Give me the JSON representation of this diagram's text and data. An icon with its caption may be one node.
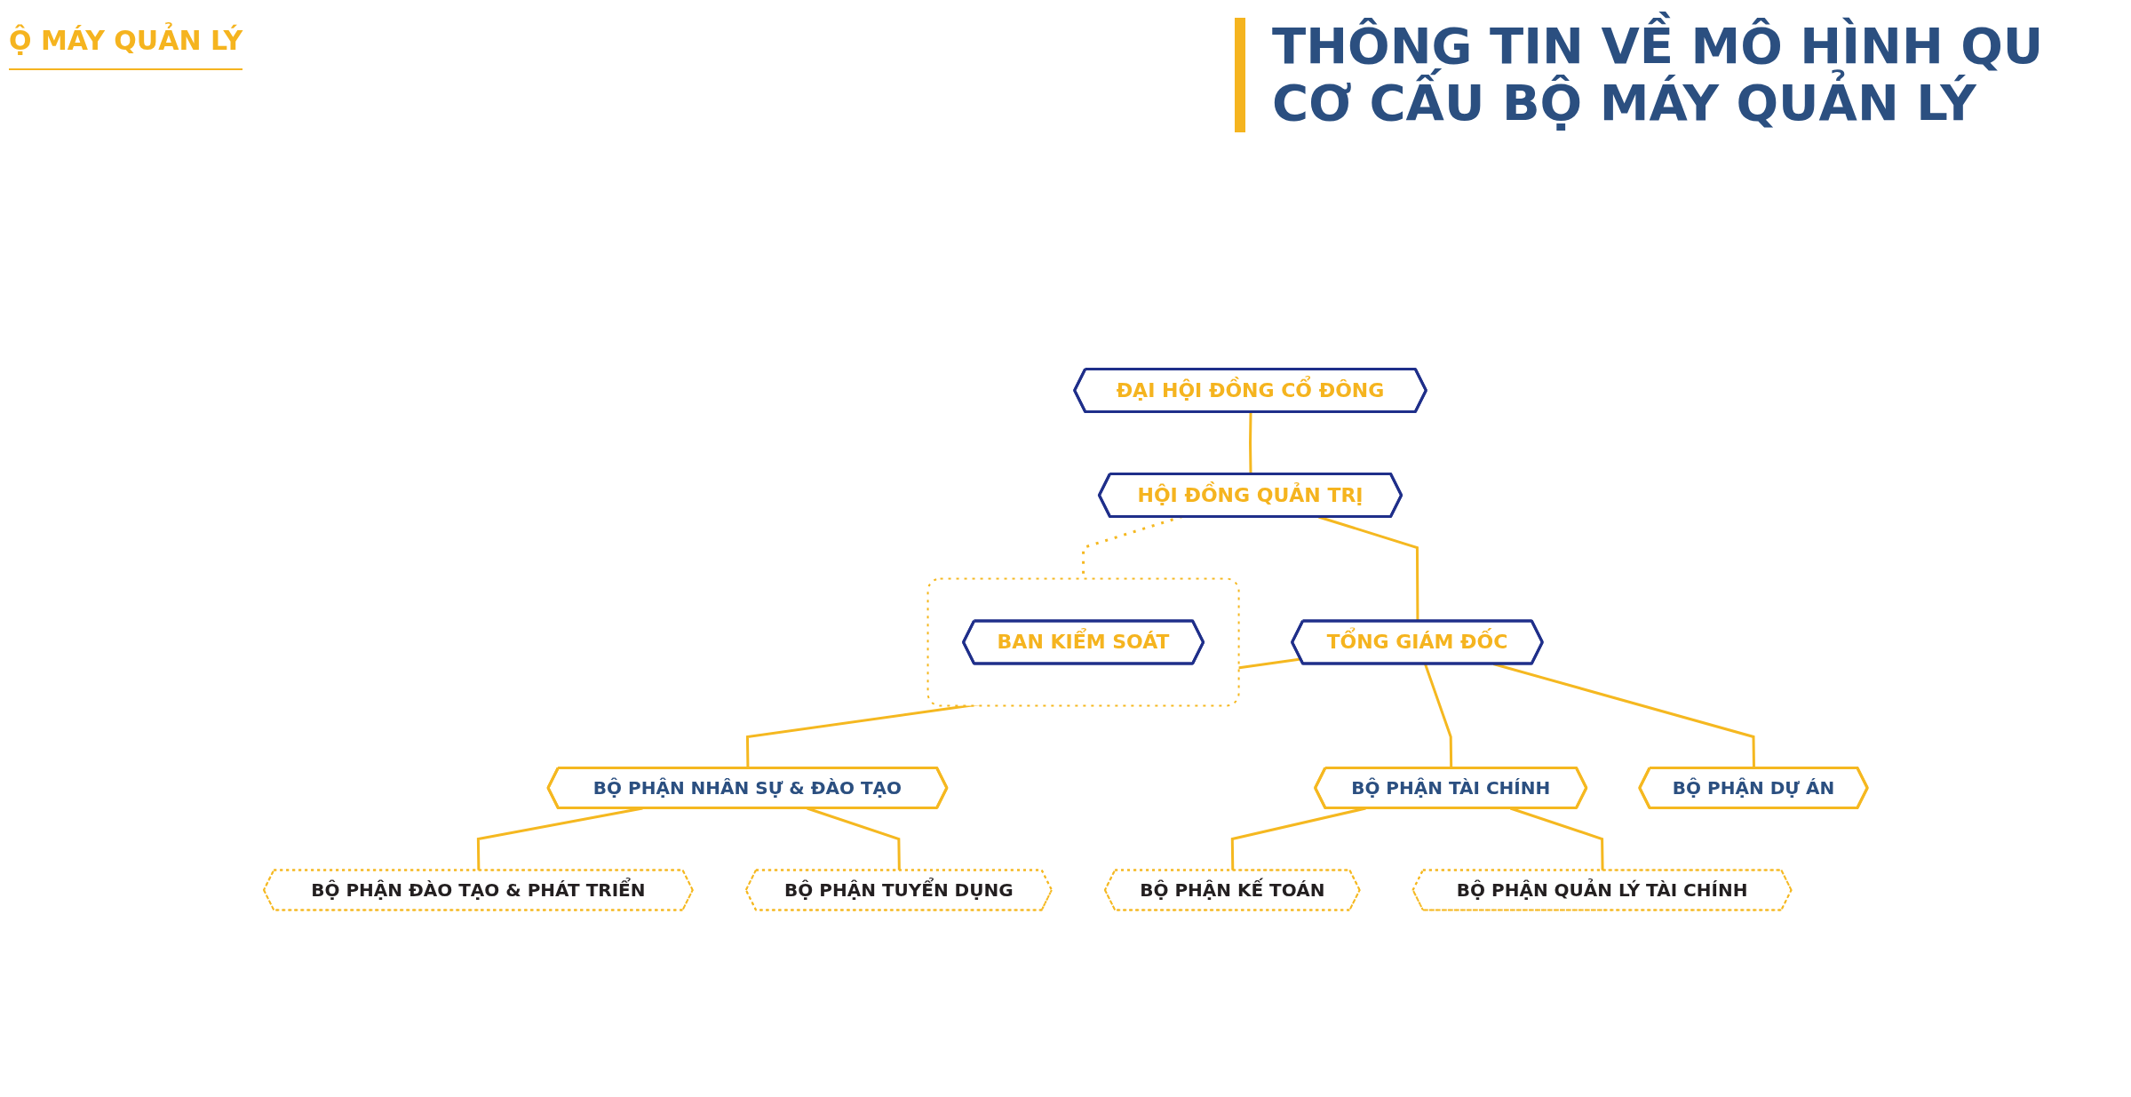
{
  "diagram": {
    "title": "THÔNG TIN VỀ MÔ HÌNH QU CƠ CẤU BỘ MÁY QUẢN LÝ",
    "nodes": [
      {
        "text": [
          "ĐẠI HỘI ĐỒNG CỔ ĐÔNG"
        ]
      },
      {
        "text": [
          "HỘI ĐỒNG QUẢN TRỊ"
        ]
      },
      {
        "text": [],
        "shape": "box"
      },
      {
        "text": [
          "BAN KIỂM SOÁT"
        ],
        "in": 2
      },
      {
        "text": [
          "TỔNG GIÁM ĐỐC"
        ]
      },
      {
        "text": [
          "BỘ PHẬN NHÂN SỰ & ĐÀO TẠO"
        ]
      },
      {
        "text": [
          "BỘ PHẬN TÀI CHÍNH"
        ]
      },
      {
        "text": [
          "BỘ PHẬN DỰ ÁN"
        ]
      },
      {
        "text": [
          "BỘ PHẬN ĐÀO TẠO & PHÁT TRIỂN"
        ]
      },
      {
        "text": [
          "BỘ PHẬN TUYỂN DỤNG"
        ]
      },
      {
        "text": [
          "BỘ PHẬN KẾ TOÁN"
        ]
      },
      {
        "text": [
          "BỘ PHẬN QUẢN LÝ TÀI CHÍNH"
        ]
      }
    ],
    "edges": [
      {
        "from": 0,
        "to": 1,
        "arrow": "none"
      },
      {
        "from": 1,
        "to": 2,
        "arrow": "none",
        "style": "dashed"
      },
      {
        "from": 1,
        "to": 4,
        "arrow": "none"
      },
      {
        "from": 4,
        "to": 5,
        "arrow": "none"
      },
      {
        "from": 4,
        "to": 6,
        "arrow": "none"
      },
      {
        "from": 4,
        "to": 7,
        "arrow": "none"
      },
      {
        "from": 5,
        "to": 8,
        "arrow": "none"
      },
      {
        "from": 5,
        "to": 9,
        "arrow": "none"
      },
      {
        "from": 6,
        "to": 10,
        "arrow": "none"
      },
      {
        "from": 6,
        "to": 11,
        "arrow": "none"
      }
    ],
    "labels": [
      "Ộ MÁY QUẢN LÝ"
    ]
  }
}
